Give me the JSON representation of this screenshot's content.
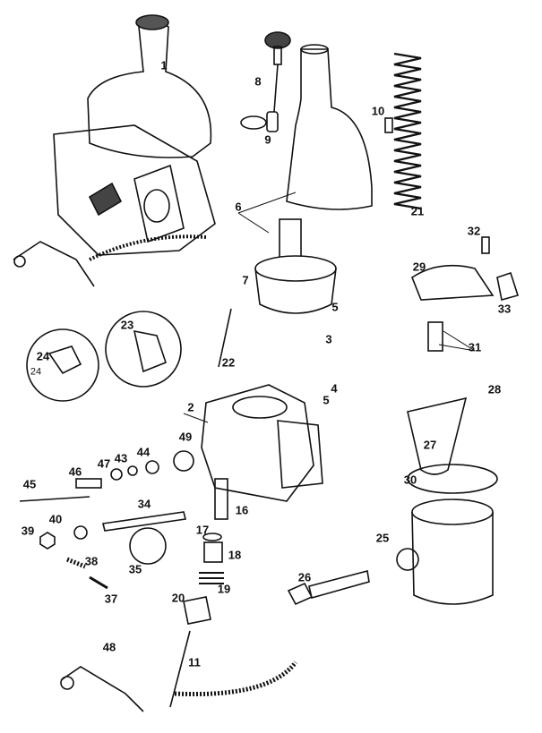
{
  "labels": [
    "1",
    "8",
    "10",
    "9",
    "6",
    "21",
    "32",
    "29",
    "33",
    "7",
    "5",
    "3",
    "23",
    "24",
    "24",
    "22",
    "31",
    "4",
    "5",
    "28",
    "2",
    "49",
    "27",
    "47",
    "43",
    "44",
    "46",
    "45",
    "30",
    "34",
    "16",
    "40",
    "39",
    "17",
    "18",
    "25",
    "38",
    "35",
    "19",
    "26",
    "37",
    "20",
    "11",
    "48"
  ],
  "colors": {
    "ink": "#111111",
    "paper": "#ffffff"
  }
}
